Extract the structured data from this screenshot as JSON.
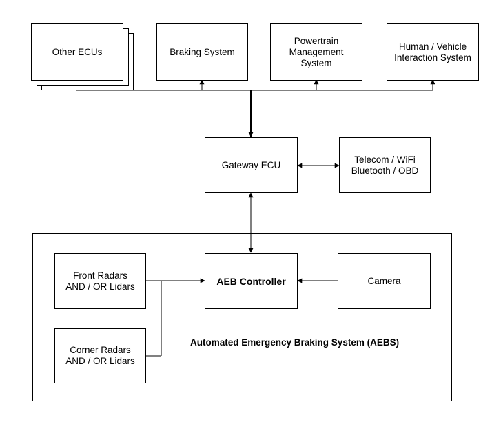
{
  "nodes": {
    "other_ecus": {
      "label": "Other ECUs"
    },
    "braking_system": {
      "label": "Braking System"
    },
    "powertrain": {
      "lines": [
        "Powertrain",
        "Management",
        "System"
      ]
    },
    "hvi": {
      "lines": [
        "Human / Vehicle",
        "Interaction System"
      ]
    },
    "gateway": {
      "label": "Gateway ECU"
    },
    "telecom": {
      "lines": [
        "Telecom / WiFi",
        "Bluetooth / OBD"
      ]
    },
    "front_radars": {
      "lines": [
        "Front Radars",
        "AND / OR Lidars"
      ]
    },
    "corner_radars": {
      "lines": [
        "Corner Radars",
        "AND / OR Lidars"
      ]
    },
    "aeb_controller": {
      "label": "AEB Controller"
    },
    "camera": {
      "label": "Camera"
    }
  },
  "aebs_group": {
    "label": "Automated Emergency Braking System (AEBS)"
  }
}
